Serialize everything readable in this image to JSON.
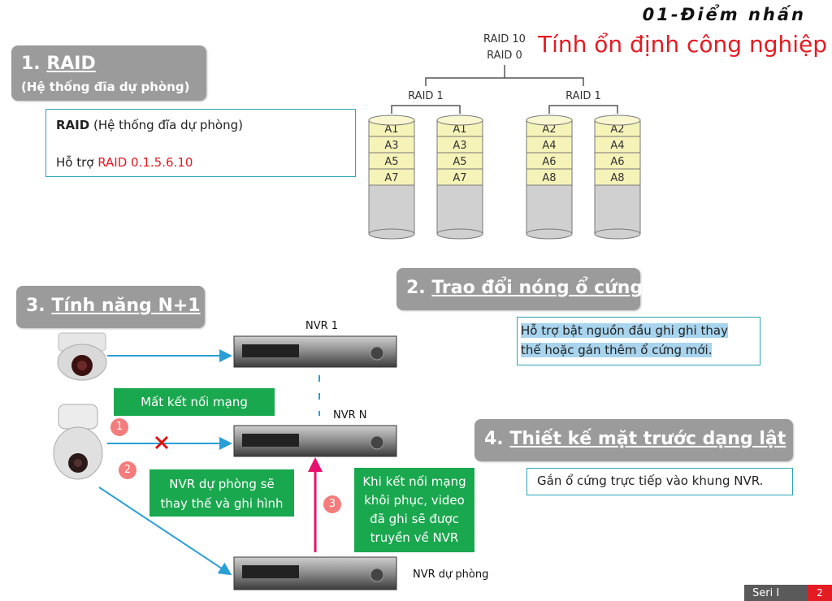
{
  "header": {
    "subtitle": "01-Điểm nhấn",
    "title": "Tính ổn định công nghiệp"
  },
  "sections": {
    "raid": {
      "number": "1.",
      "title": "RAID",
      "subtitle": "(Hệ thống đĩa dự phòng)",
      "box_bold": "RAID",
      "box_rest": " (Hệ thống đĩa dự phòng)",
      "support_prefix": "Hỗ trợ ",
      "support_value": "RAID 0.1.5.6.10"
    },
    "hotswap": {
      "number": "2.",
      "title": "Trao đổi nóng ổ cứng",
      "desc_line1": "Hỗ trợ bật nguồn đầu ghi ghi thay",
      "desc_line2": "thế hoặc gán thêm ổ cứng mới."
    },
    "n_plus_1": {
      "number": "3.",
      "title": "Tính năng N+1",
      "nvr1": "NVR 1",
      "nvrn": "NVR N",
      "nvr_backup": "NVR dự phòng",
      "lost_network": "Mất kết nối mạng",
      "backup_replace_l1": "NVR dự phòng sẽ",
      "backup_replace_l2": "thay thế và ghi hình",
      "restore_l1": "Khi kết nối mạng",
      "restore_l2": "khôi phục, video",
      "restore_l3": "đã ghi sẽ được",
      "restore_l4": "truyền về NVR",
      "steps": [
        "1",
        "2",
        "3"
      ]
    },
    "front_panel": {
      "number": "4.",
      "title": "Thiết kế mặt trước dạng lật",
      "desc": "Gắn ổ cứng trực tiếp vào khung NVR."
    }
  },
  "raid_diagram": {
    "top_label1": "RAID 10",
    "top_label2": "RAID 0",
    "group_label": "RAID 1",
    "disks": [
      [
        "A1",
        "A3",
        "A5",
        "A7"
      ],
      [
        "A1",
        "A3",
        "A5",
        "A7"
      ],
      [
        "A2",
        "A4",
        "A6",
        "A8"
      ],
      [
        "A2",
        "A4",
        "A6",
        "A8"
      ]
    ]
  },
  "footer": {
    "series": "Seri I",
    "page": "2"
  },
  "colors": {
    "accent_red": "#e31b23",
    "badge_gray": "#9b9b9b",
    "box_border": "#2aa3b8",
    "green": "#1aa84f",
    "arrow_blue": "#2a9fd6",
    "arrow_pink": "#e8106c"
  }
}
